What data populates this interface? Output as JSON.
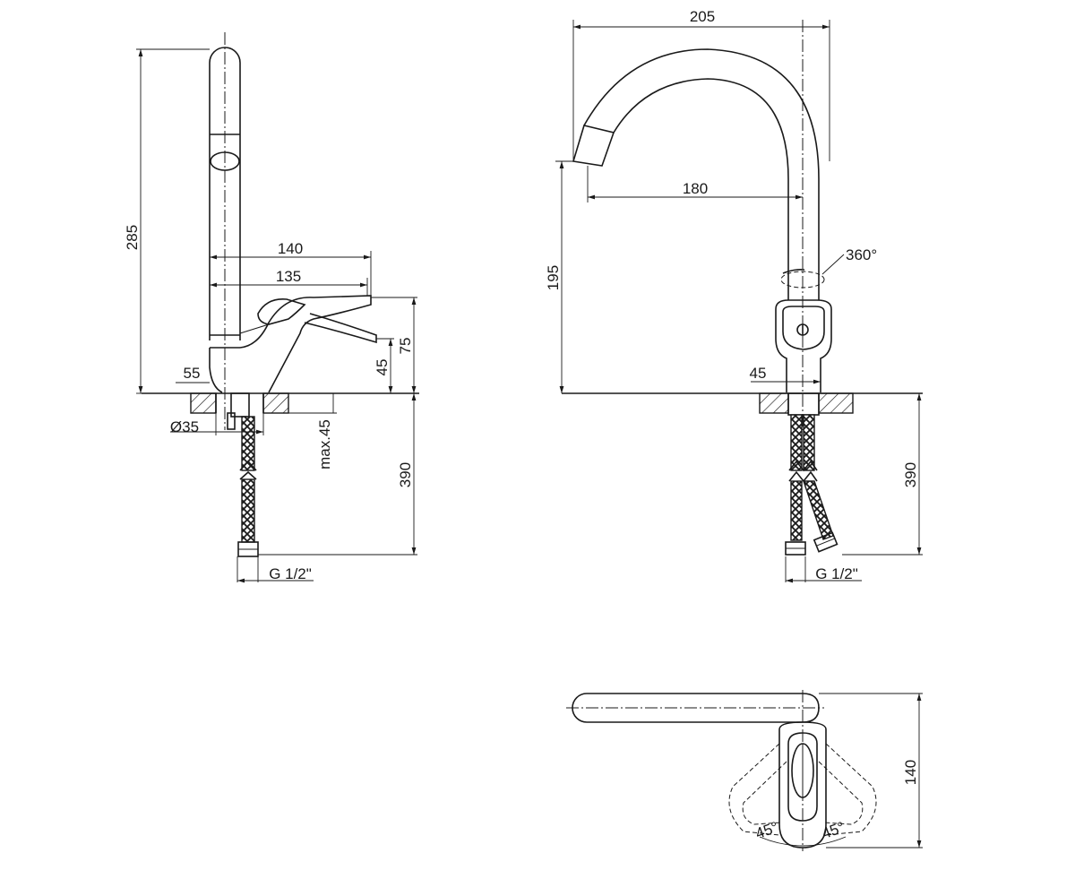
{
  "colors": {
    "line": "#1a1a1a",
    "background": "#ffffff"
  },
  "side_view": {
    "dim_height_spout": "285",
    "dim_width_handle_max": "140",
    "dim_width_handle": "135",
    "dim_base_offset": "55",
    "dim_height_total": "75",
    "dim_height_handle": "45",
    "dim_hole_diameter": "Ø35",
    "dim_max_thickness": "max.45",
    "dim_hose_length": "390",
    "dim_thread": "G 1/2\""
  },
  "front_view": {
    "dim_spout_height": "205",
    "dim_spout_reach": "180",
    "dim_outlet_height": "195",
    "dim_rotation": "360°",
    "dim_base_width": "45",
    "dim_hose_length": "390",
    "dim_thread": "G 1/2\""
  },
  "top_view": {
    "dim_depth": "140",
    "angle_left": "45°",
    "angle_right": "45°"
  }
}
